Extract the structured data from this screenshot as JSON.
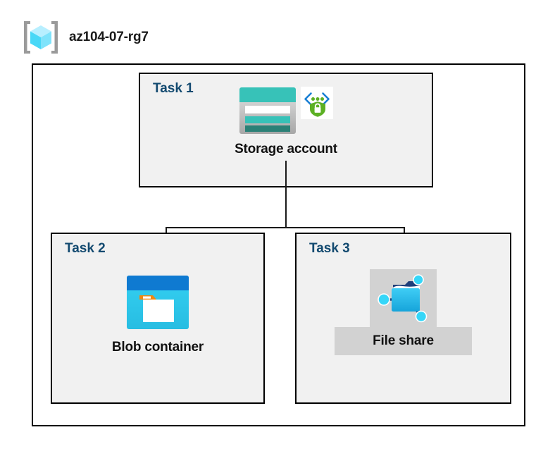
{
  "header": {
    "icon_name": "resource-group-icon",
    "title": "az104-07-rg7"
  },
  "diagram": {
    "container_name": "resource-group-boundary",
    "tasks": [
      {
        "id": "task-1",
        "label": "Task 1",
        "node_caption": "Storage account",
        "icons": [
          "storage-account-icon",
          "storage-security-shield-icon"
        ]
      },
      {
        "id": "task-2",
        "label": "Task 2",
        "node_caption": "Blob container",
        "icons": [
          "blob-container-icon"
        ]
      },
      {
        "id": "task-3",
        "label": "Task 3",
        "node_caption": "File share",
        "icons": [
          "file-share-icon"
        ]
      }
    ],
    "connections": [
      {
        "from": "Storage account",
        "to": "Blob container"
      },
      {
        "from": "Storage account",
        "to": "File share"
      }
    ]
  },
  "colors": {
    "task_box_fill": "#f1f1f1",
    "task_label": "#134a70",
    "outline": "#000000",
    "storage_teal": "#37c2b8",
    "storage_teal_dark": "#2a8076",
    "blob_blue": "#0f7ad1",
    "blob_cyan": "#32c8ef",
    "blob_orange": "#f2870d",
    "fileshare_blue": "#32bdec",
    "shield_green": "#5cb024",
    "highlight_gray": "#d2d2d2",
    "rg_cube_cyan": "#9ae8fb"
  }
}
